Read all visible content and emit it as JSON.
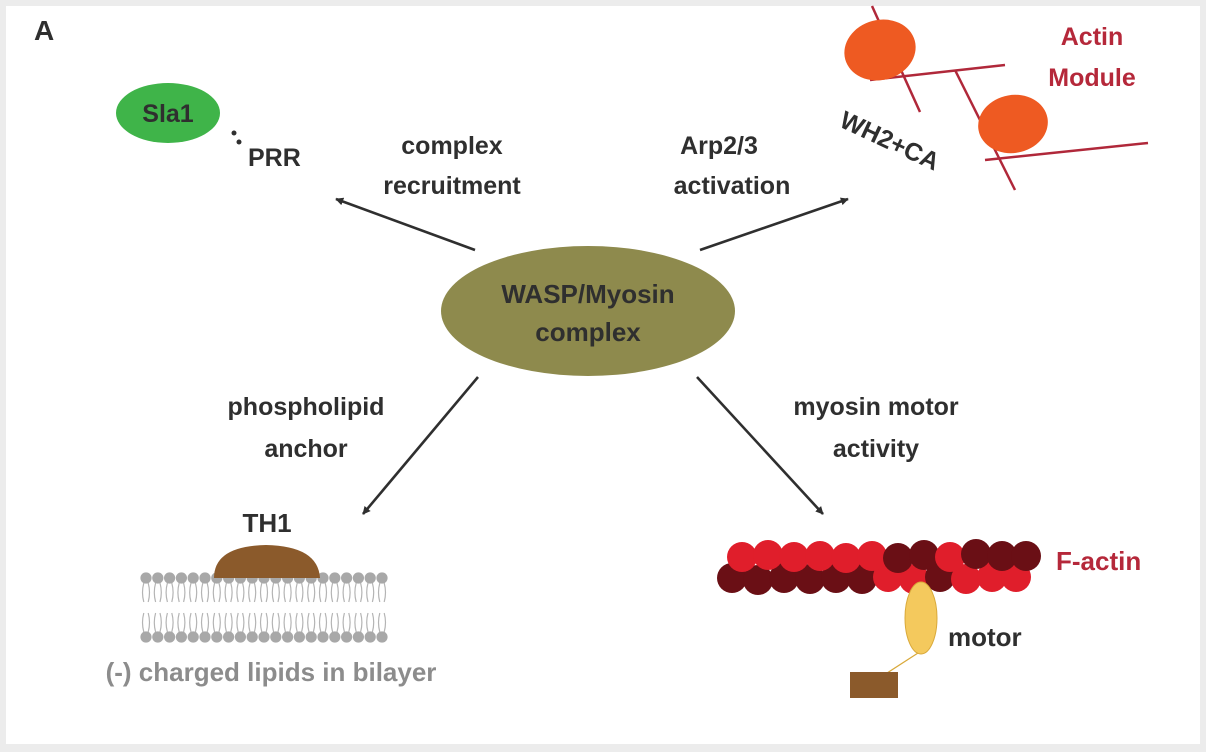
{
  "panel_label": "A",
  "colors": {
    "background": "#ffffff",
    "frame": "#ececec",
    "text_dark": "#2f2f2f",
    "text_red": "#b5283a",
    "text_gray": "#8c8c8c",
    "sla1_fill": "#3fb449",
    "center_fill": "#8e8a4d",
    "arp_fill": "#ee5a22",
    "actin_line": "#b0283a",
    "th1_fill": "#8b5a2b",
    "lipid_fill": "#a8a8a8",
    "motor_fill": "#f4c95d",
    "cargo_fill": "#8b5a2b",
    "factin_light": "#e01e2b",
    "factin_dark": "#6a0f15"
  },
  "center": {
    "line1": "WASP/Myosin",
    "line2": "complex"
  },
  "sla1": {
    "label": "Sla1",
    "domain": "PRR"
  },
  "arrows": {
    "top_left": {
      "line1": "complex",
      "line2": "recruitment"
    },
    "top_right": {
      "line1": "Arp2/3",
      "line2": "activation"
    },
    "bottom_left": {
      "line1": "phospholipid",
      "line2": "anchor"
    },
    "bottom_right": {
      "line1": "myosin motor",
      "line2": "activity"
    }
  },
  "actin_module": {
    "line1": "Actin",
    "line2": "Module",
    "domain": "WH2+CA"
  },
  "membrane": {
    "th1_label": "TH1",
    "caption": "(-) charged lipids in bilayer"
  },
  "factin": {
    "label": "F-actin",
    "motor_label": "motor"
  }
}
